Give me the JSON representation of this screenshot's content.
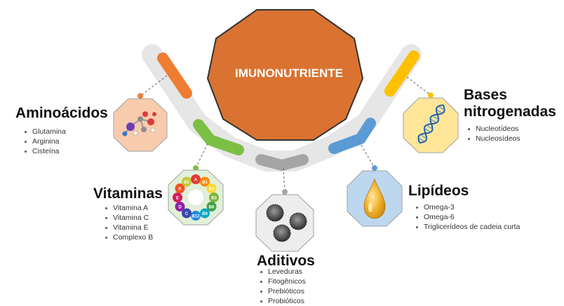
{
  "center_title": "IMUNONUTRIENTE",
  "colors": {
    "center": "#DA7331",
    "arm_gray": "#E4E4E4",
    "orange": "#EE7D33",
    "green": "#7CBF45",
    "gray": "#A5A5A5",
    "blue": "#5B9BD5",
    "yellow": "#FFC000",
    "peach_fill": "#F8CBAD",
    "green_fill": "#E2F0D9",
    "gray_fill": "#EDEDED",
    "blue_fill": "#BDD7EE",
    "yellow_fill": "#FFE699"
  },
  "categories": [
    {
      "id": "aminoacidos",
      "title": "Aminoácidos",
      "items": [
        "Glutamina",
        "Arginina",
        "Cisteína"
      ],
      "icon": "molecule-icon",
      "color": "#EE7D33"
    },
    {
      "id": "vitaminas",
      "title": "Vitaminas",
      "items": [
        "Vitamina A",
        "Vitamina C",
        "Vitamina E",
        "Complexo B"
      ],
      "icon": "vitamin-wheel-icon",
      "color": "#7CBF45",
      "wheel_letters": [
        "A",
        "B1",
        "B2",
        "B3",
        "B6",
        "B9",
        "B12",
        "C",
        "D",
        "E",
        "K",
        "B5"
      ]
    },
    {
      "id": "aditivos",
      "title": "Aditivos",
      "items": [
        "Leveduras",
        "Fitogênicos",
        "Prebióticos",
        "Probióticos"
      ],
      "icon": "yeast-icon",
      "color": "#A5A5A5"
    },
    {
      "id": "lipideos",
      "title": "Lipídeos",
      "items": [
        "Omega-3",
        "Omega-6",
        "Triglicerídeos de cadeia curta"
      ],
      "icon": "oil-drop-icon",
      "color": "#5B9BD5"
    },
    {
      "id": "bases",
      "title_line1": "Bases",
      "title_line2": "nitrogenadas",
      "items": [
        "Nucleotídeos",
        "Nucleosídeos"
      ],
      "icon": "dna-icon",
      "color": "#FFC000"
    }
  ]
}
